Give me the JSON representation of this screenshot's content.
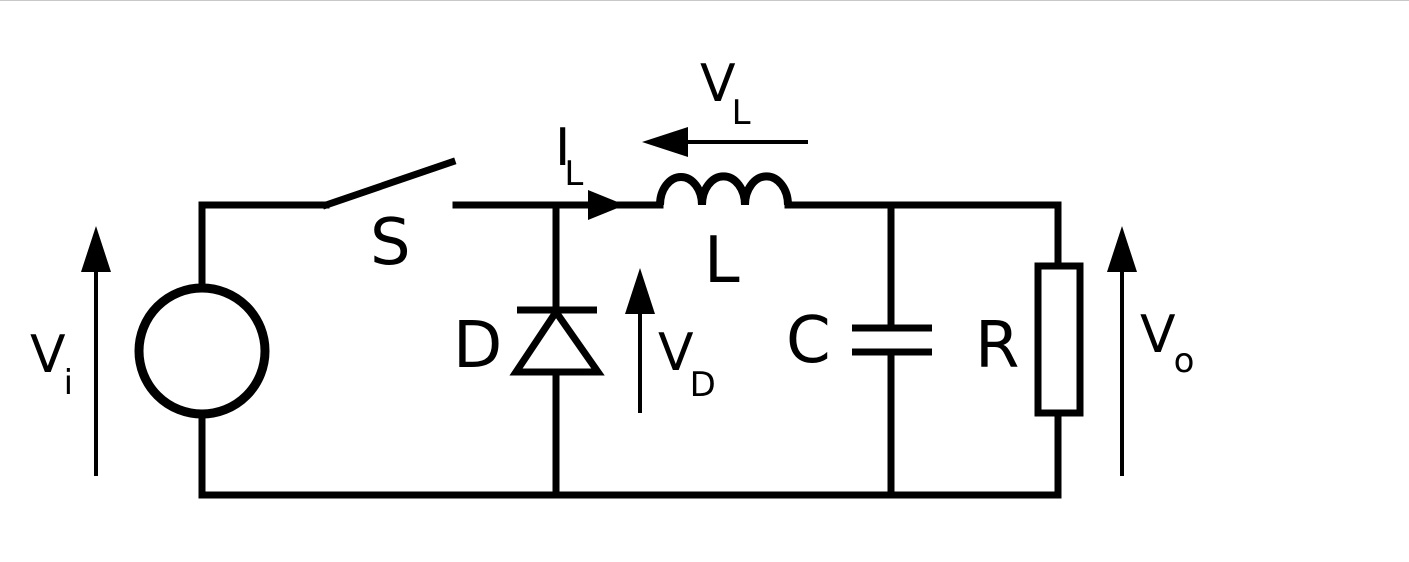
{
  "diagram": {
    "labels": {
      "switch": "S",
      "diode": "D",
      "inductor": "L",
      "capacitor": "C",
      "resistor": "R"
    },
    "voltages": {
      "input": {
        "main": "V",
        "sub": "i"
      },
      "diode": {
        "main": "V",
        "sub": "D"
      },
      "inductor": {
        "main": "V",
        "sub": "L"
      },
      "output": {
        "main": "V",
        "sub": "o"
      }
    },
    "current": {
      "main": "I",
      "sub": "L"
    }
  }
}
